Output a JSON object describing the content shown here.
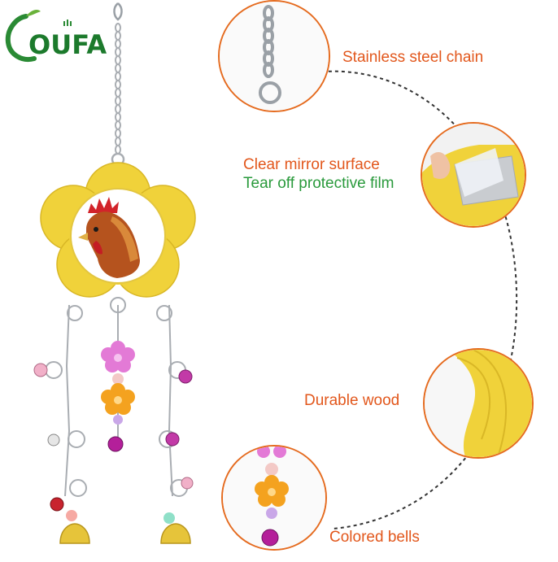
{
  "brand": {
    "logo_text": "OUFA"
  },
  "features": [
    {
      "id": "chain",
      "label": "Stainless steel chain"
    },
    {
      "id": "mirror",
      "label": "Clear mirror surface",
      "sublabel": "Tear off protective film"
    },
    {
      "id": "wood",
      "label": "Durable wood"
    },
    {
      "id": "bells",
      "label": "Colored bells"
    }
  ],
  "colors": {
    "accent_orange": "#e56b1f",
    "label_orange": "#e2571c",
    "label_green": "#2a9a3c",
    "wood_yellow": "#f0d23a",
    "logo_green": "#1c7a2c"
  }
}
